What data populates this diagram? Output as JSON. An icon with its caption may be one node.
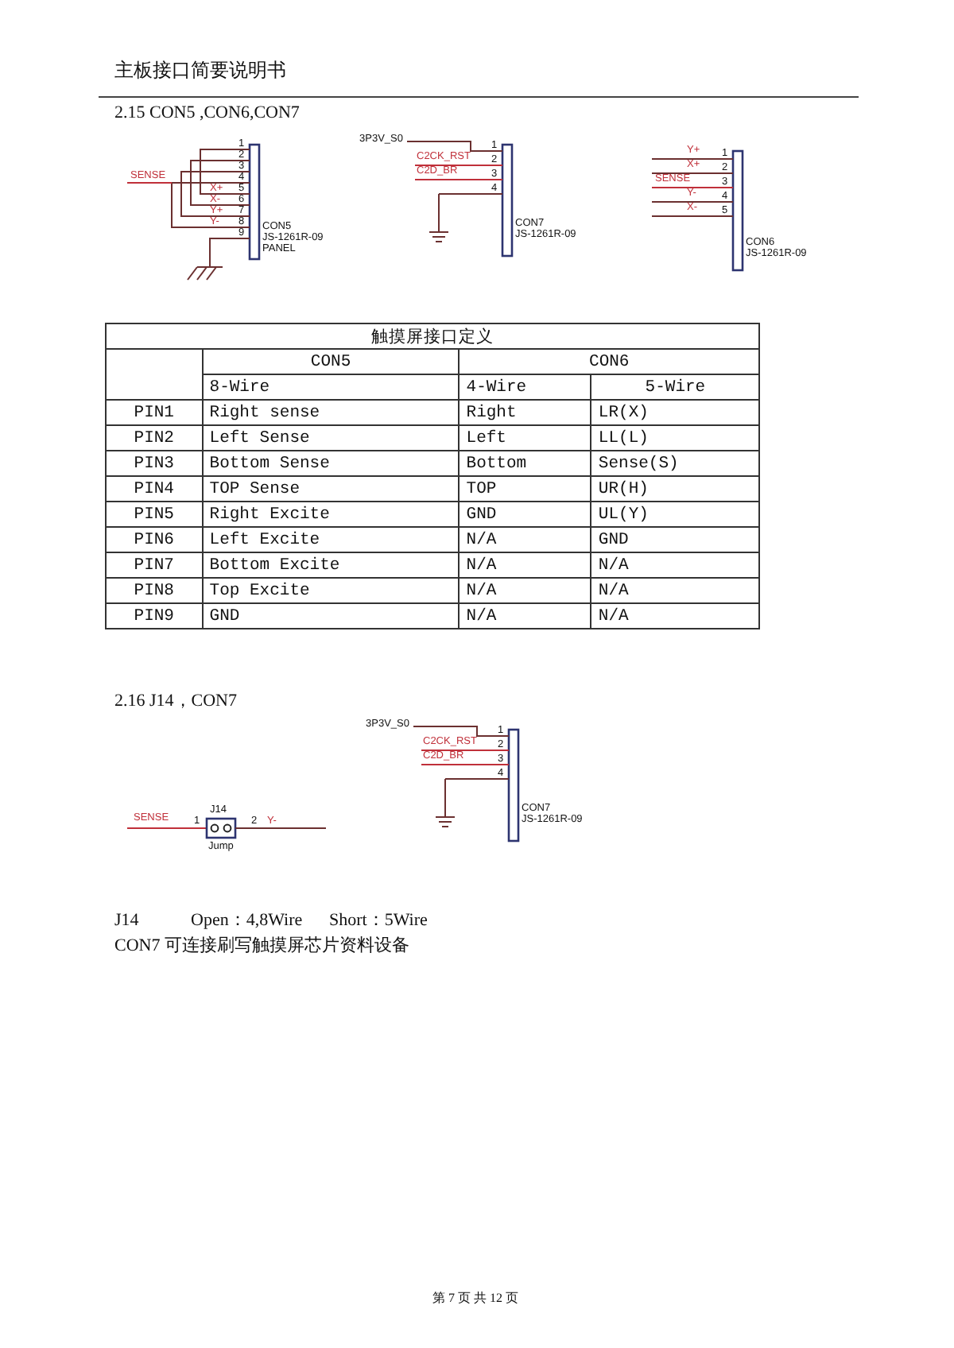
{
  "diagram": {
    "labels": [
      "主板接口简要说明书",
      "2.15 CON5 ,CON6,CON7",
      "1",
      "2",
      "3",
      "4",
      "5",
      "6",
      "7",
      "8",
      "9",
      "SENSE",
      "X+",
      "X-",
      "Y+",
      "Y-",
      "CON5",
      "JS-1261R-09",
      "PANEL",
      "3P3V_S0",
      "1",
      "2",
      "3",
      "4",
      "C2CK_RST",
      "C2D_BR",
      "CON7",
      "JS-1261R-09",
      "1",
      "2",
      "3",
      "4",
      "5",
      "Y+",
      "X+",
      "SENSE",
      "Y-",
      "X-",
      "CON6",
      "JS-1261R-09",
      "触摸屏接口定义",
      "CON5",
      "CON6",
      "8-Wire",
      "4-Wire",
      "5-Wire",
      "PIN1",
      "Right sense",
      "Right",
      "LR(X)",
      "PIN2",
      "Left Sense",
      "Left",
      "LL(L)",
      "PIN3",
      "Bottom Sense",
      "Bottom",
      "Sense(S)",
      "PIN4",
      "TOP Sense",
      "TOP",
      "UR(H)",
      "PIN5",
      "Right Excite",
      "GND",
      "UL(Y)",
      "PIN6",
      "Left Excite",
      "N/A",
      "GND",
      "PIN7",
      "Bottom Excite",
      "N/A",
      "N/A",
      "PIN8",
      "Top Excite",
      "N/A",
      "N/A",
      "PIN9",
      "GND",
      "N/A",
      "N/A",
      "2.16 J14，CON7",
      "SENSE",
      "1",
      "J14",
      "2",
      "Y-",
      "Jump",
      "3P3V_S0",
      "1",
      "2",
      "3",
      "4",
      "C2CK_RST",
      "C2D_BR",
      "CON7",
      "JS-1261R-09",
      "J14",
      "Open：4,8Wire",
      "Short：5Wire",
      "CON7 可连接刷写触摸屏芯片资料设备",
      "第 7 页 共 12 页"
    ]
  }
}
